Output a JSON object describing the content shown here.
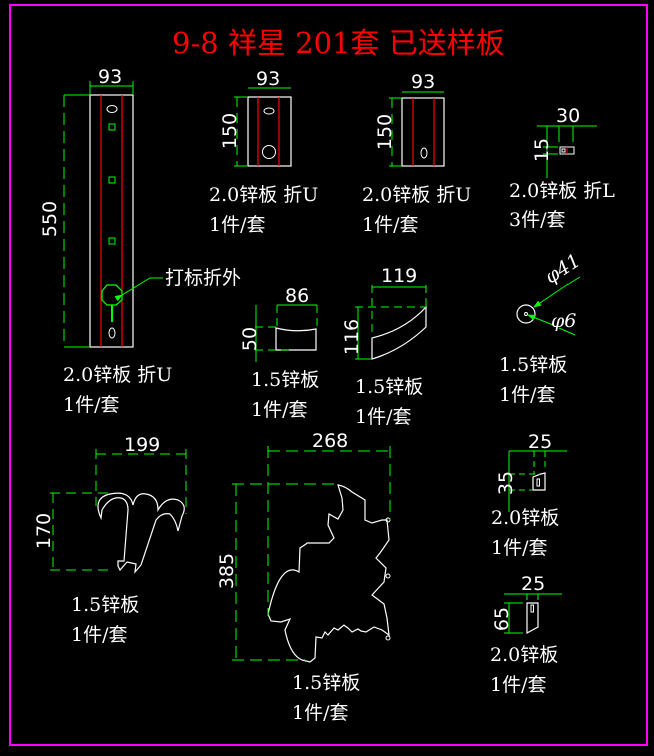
{
  "title": "9-8 祥星 201套 已送样板",
  "colors": {
    "background": "#000000",
    "frame": "#ff00ff",
    "title": "#ff0000",
    "outline": "#ffffff",
    "dimension": "#00ff00",
    "bend_line": "#ff0000"
  },
  "parts": [
    {
      "id": "p1",
      "width": "93",
      "height": "550",
      "material": "2.0锌板 折U",
      "qty": "1件/套",
      "note": "打标折外"
    },
    {
      "id": "p2",
      "width": "93",
      "height": "150",
      "material": "2.0锌板 折U",
      "qty": "1件/套"
    },
    {
      "id": "p3",
      "width": "93",
      "height": "150",
      "material": "2.0锌板 折U",
      "qty": "1件/套"
    },
    {
      "id": "p4",
      "width": "30",
      "height": "15",
      "material": "2.0锌板 折L",
      "qty": "3件/套"
    },
    {
      "id": "p5",
      "width": "86",
      "height": "50",
      "material": "1.5锌板",
      "qty": "1件/套"
    },
    {
      "id": "p6",
      "width": "119",
      "height": "116",
      "material": "1.5锌板",
      "qty": "1件/套"
    },
    {
      "id": "p7",
      "outer_diameter": "φ41",
      "inner_diameter": "φ6",
      "material": "1.5锌板",
      "qty": "1件/套"
    },
    {
      "id": "p8",
      "width": "199",
      "height": "170",
      "material": "1.5锌板",
      "qty": "1件/套"
    },
    {
      "id": "p9",
      "width": "268",
      "height": "385",
      "material": "1.5锌板",
      "qty": "1件/套"
    },
    {
      "id": "p10",
      "width": "25",
      "height": "35",
      "material": "2.0锌板",
      "qty": "1件/套"
    },
    {
      "id": "p11",
      "width": "25",
      "height": "65",
      "material": "2.0锌板",
      "qty": "1件/套"
    }
  ]
}
